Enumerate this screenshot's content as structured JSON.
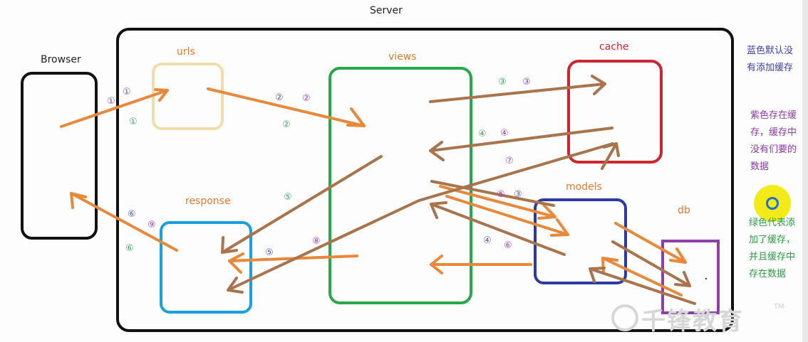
{
  "title": "Server",
  "nodes": {
    "browser": "Browser",
    "urls": "urls",
    "views": "views",
    "cache": "cache",
    "response": "response",
    "models": "models",
    "db": "db"
  },
  "colors": {
    "server": "#111111",
    "browser": "#111111",
    "urls": "#f0deaa",
    "views": "#28a84b",
    "cache": "#cc2630",
    "response": "#1aa0dc",
    "models": "#2d3aa6",
    "db": "#8e40a8",
    "arrow_orange": "#e8883a",
    "arrow_brown": "#a9734c",
    "label_orange": "#e07a2e",
    "num_blue": "#5a5fb4",
    "num_purple": "#9a4ab4",
    "num_green": "#3fa85a",
    "note_blue": "#3a40a8",
    "note_purple": "#8e3aa8",
    "note_green": "#2e9a44"
  },
  "notes": {
    "blue": [
      "蓝色默认没",
      "有添加缓存"
    ],
    "purple": [
      "紫色存在缓",
      "存，缓存中",
      "没有们要的",
      "数据"
    ],
    "green": [
      "绿色代表添",
      "加了缓存，",
      "并且缓存中",
      "存在数据"
    ]
  },
  "step_labels": {
    "n1": "①",
    "n2": "②",
    "n3": "③",
    "n4": "④",
    "n5": "⑤",
    "n6": "⑥",
    "n7": "⑦",
    "n8": "⑧",
    "n9": "⑨"
  },
  "watermark": {
    "text": "千锋教育",
    "tm": "TM"
  },
  "db_dot": "·"
}
